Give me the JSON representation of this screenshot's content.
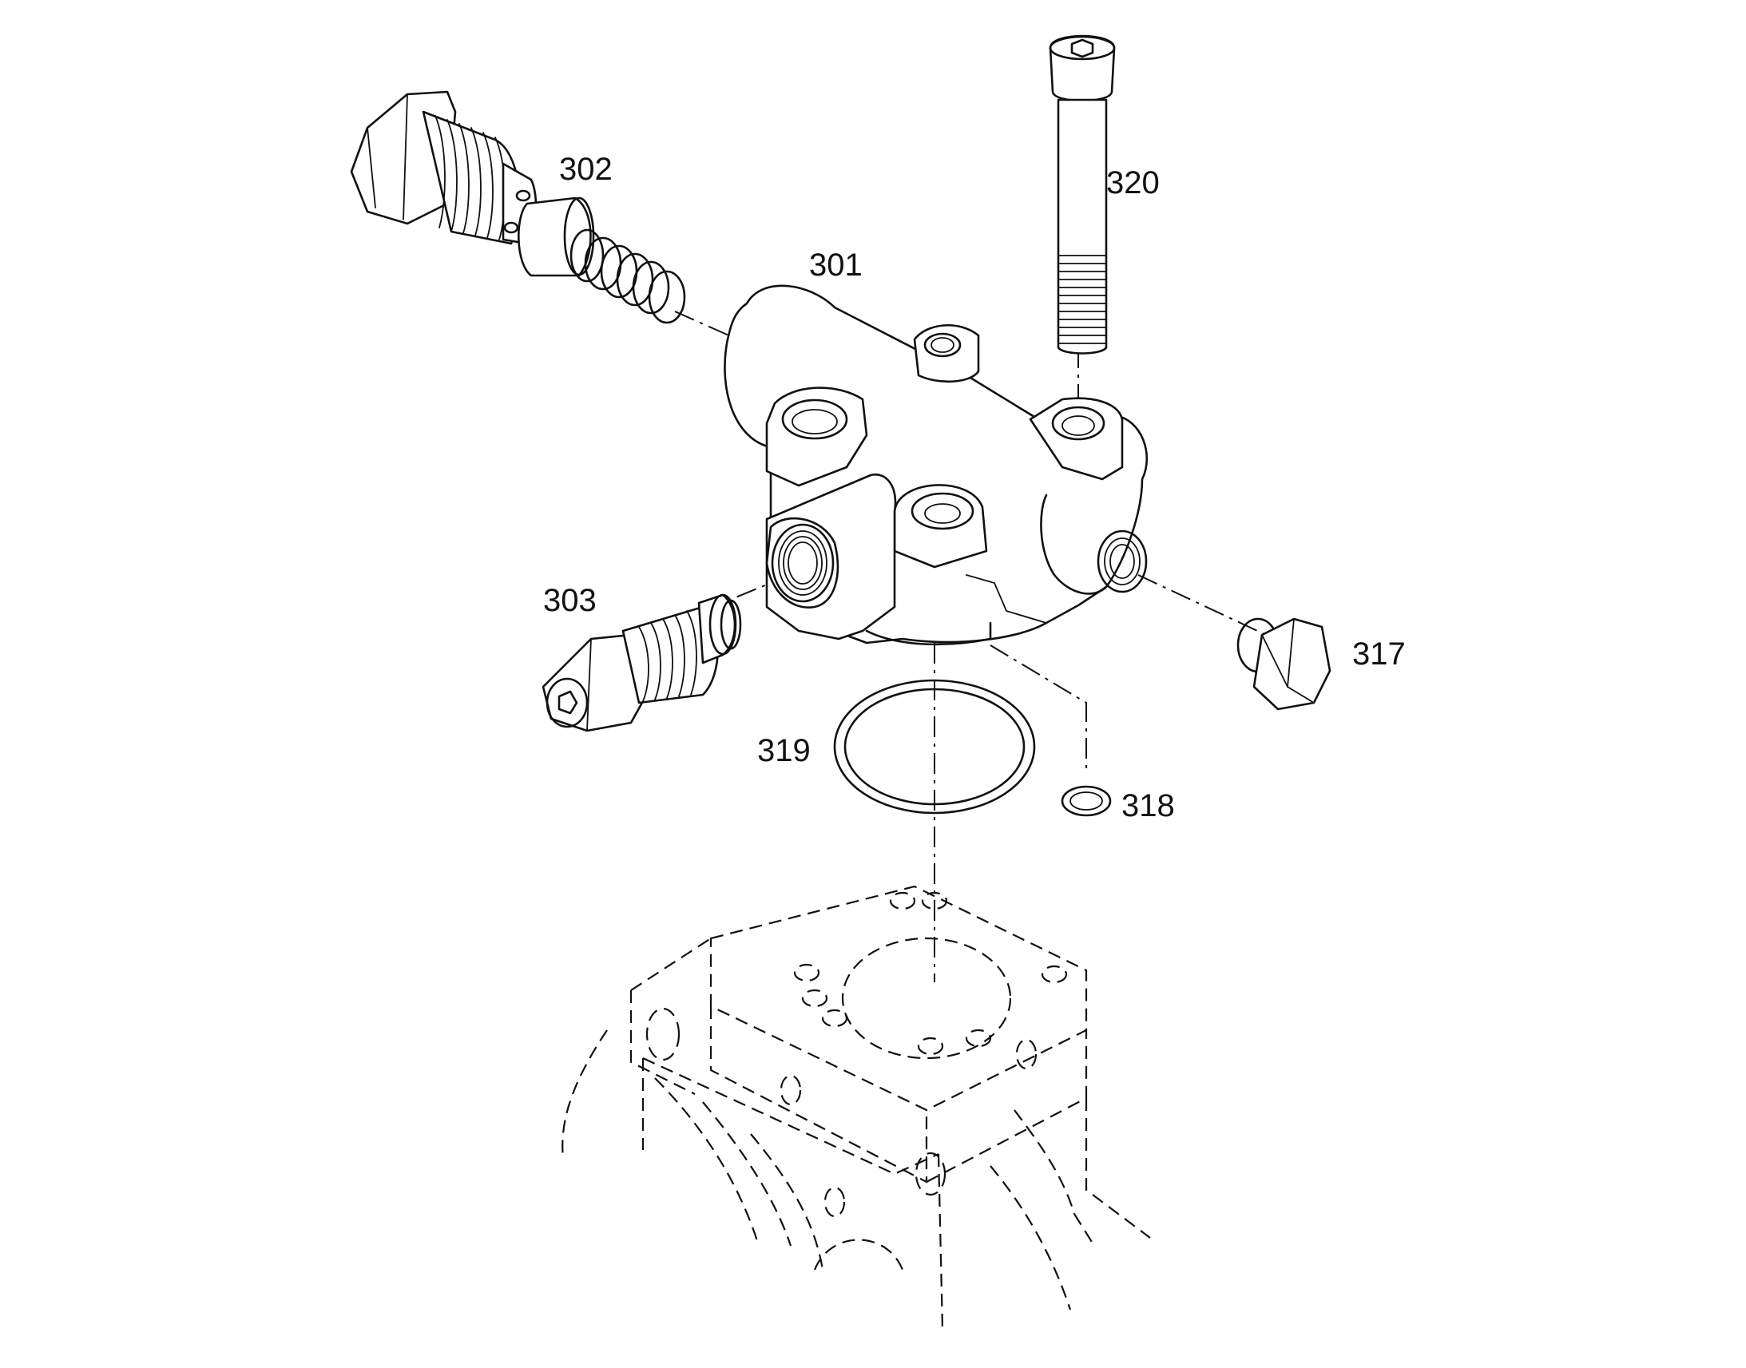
{
  "diagram": {
    "type": "exploded-parts-view",
    "line_color": "#111111",
    "background": "#ffffff",
    "callouts": [
      {
        "id": "301",
        "label": "301",
        "part": "valve-housing"
      },
      {
        "id": "302",
        "label": "302",
        "part": "relief-valve-cartridge-with-spring"
      },
      {
        "id": "303",
        "label": "303",
        "part": "check-valve-plug"
      },
      {
        "id": "317",
        "label": "317",
        "part": "hex-plug"
      },
      {
        "id": "318",
        "label": "318",
        "part": "small-o-ring"
      },
      {
        "id": "319",
        "label": "319",
        "part": "large-o-ring"
      },
      {
        "id": "320",
        "label": "320",
        "part": "socket-head-cap-screw"
      }
    ]
  }
}
